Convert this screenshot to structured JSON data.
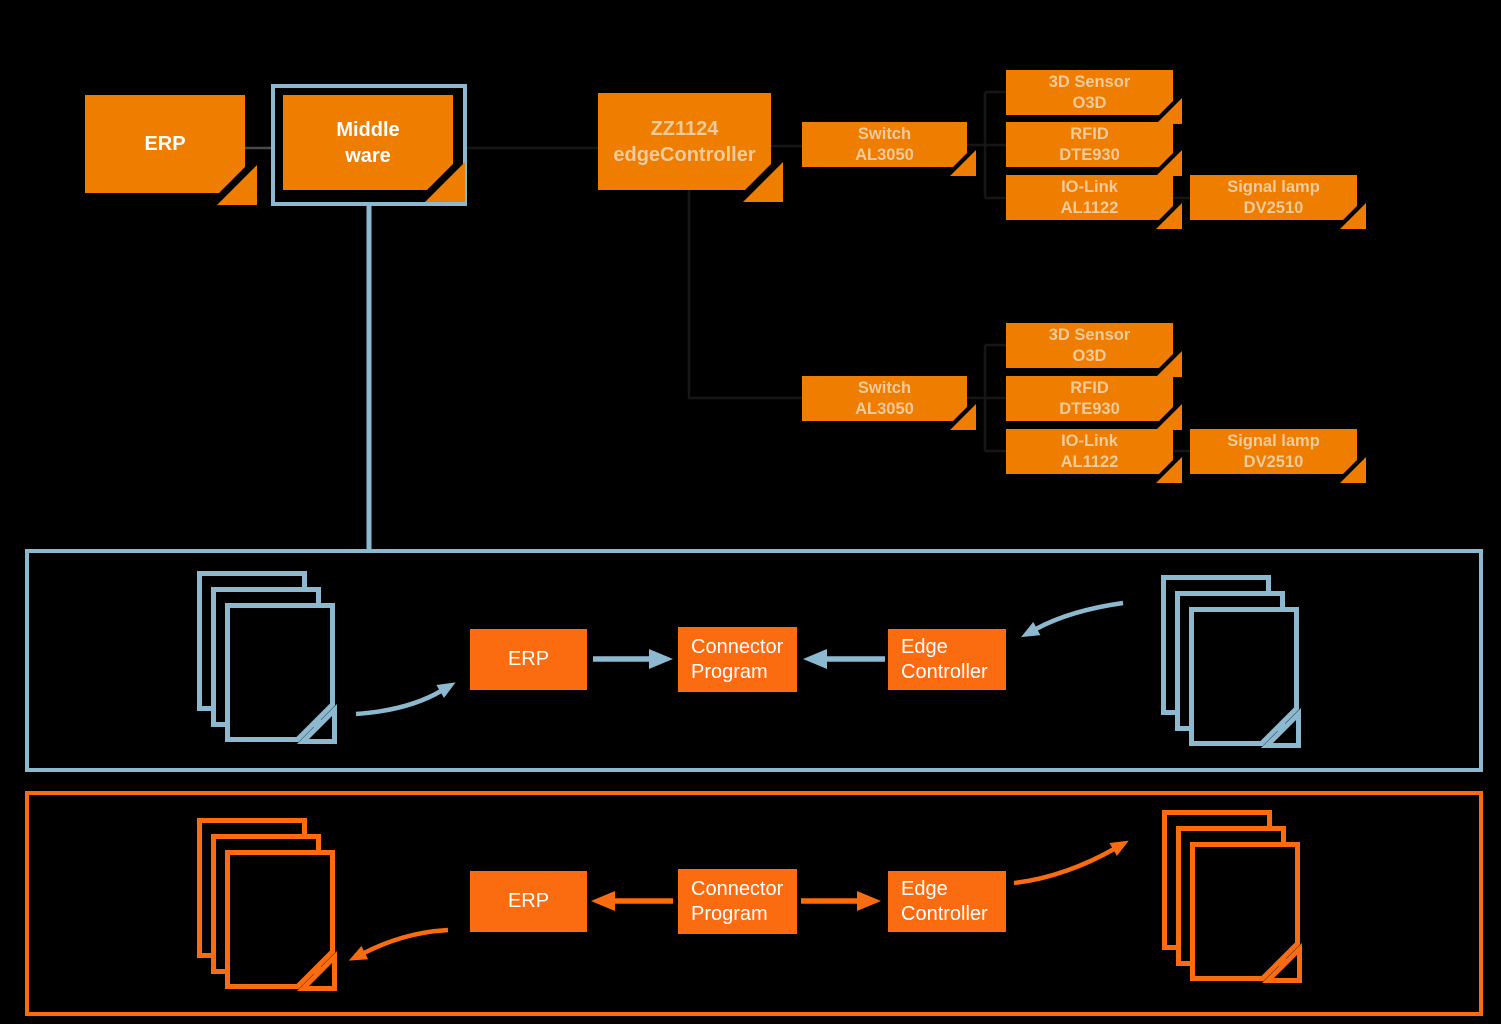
{
  "colors": {
    "background": "#000000",
    "device_box_orange": "#ee7d00",
    "flow_orange": "#fb6c10",
    "link_blue": "#8db9d0",
    "device_label_pale": "#f3cb9d",
    "label_white": "#ffffff"
  },
  "top_row": {
    "erp": "ERP",
    "middleware": "Middle\nware",
    "zz1124_edgecontroller": "ZZ1124\nedgeController"
  },
  "device_clusters": [
    {
      "switch": "Switch\nAL3050",
      "sensor_3d": "3D Sensor\nO3D",
      "rfid": "RFID\nDTE930",
      "io_link": "IO-Link\nAL1122",
      "signal_lamp": "Signal lamp\nDV2510"
    },
    {
      "switch": "Switch\nAL3050",
      "sensor_3d": "3D Sensor\nO3D",
      "rfid": "RFID\nDTE930",
      "io_link": "IO-Link\nAL1122",
      "signal_lamp": "Signal lamp\nDV2510"
    }
  ],
  "read_flow": {
    "erp": "ERP",
    "connector_program": "Connector\nProgram",
    "edge_controller": "Edge\nController"
  },
  "write_flow": {
    "erp": "ERP",
    "connector_program": "Connector\nProgram",
    "edge_controller": "Edge\nController"
  }
}
